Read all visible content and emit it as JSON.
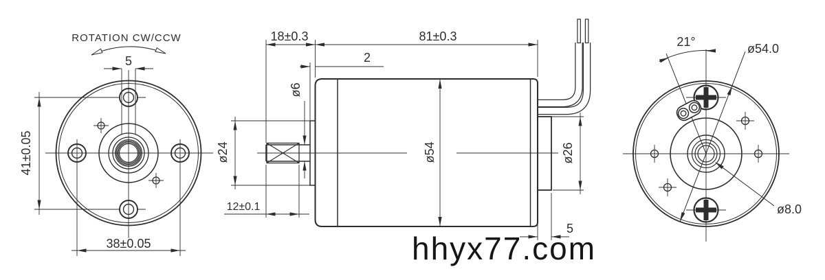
{
  "watermark": "hhyx77.com",
  "front_view": {
    "rotation_label": "ROTATION CW/CCW",
    "dims": {
      "key_width": "5",
      "vertical_hole_pitch": "41±0.05",
      "horizontal_hole_pitch": "38±0.05"
    }
  },
  "side_view": {
    "dims": {
      "shaft_extension": "18±0.3",
      "body_length": "81±0.3",
      "pilot_height": "2",
      "shaft_dia": "ø6",
      "pilot_dia": "ø24",
      "body_dia": "ø54",
      "knurl_length": "12±0.1",
      "rear_boss_dia": "ø26",
      "rear_boss_height": "5"
    }
  },
  "rear_view": {
    "dims": {
      "terminal_angle": "21°",
      "outer_dia": "ø54.0",
      "shaft_hole_dia": "ø8.0"
    }
  },
  "line_color": "#2d2d2d"
}
